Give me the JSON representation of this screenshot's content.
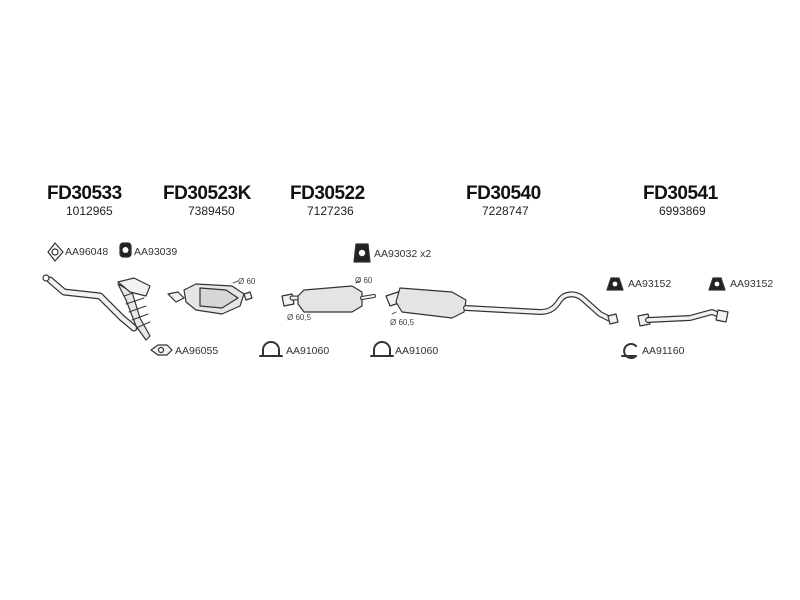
{
  "groups": [
    {
      "code": "FD30533",
      "ref": "1012965"
    },
    {
      "code": "FD30523K",
      "ref": "7389450"
    },
    {
      "code": "FD30522",
      "ref": "7127236"
    },
    {
      "code": "FD30540",
      "ref": "7228747"
    },
    {
      "code": "FD30541",
      "ref": "6993869"
    }
  ],
  "parts": {
    "gasket_1": "AA96048",
    "clamp_1": "AA93039",
    "gasket_2": "AA96055",
    "clamp_2": "AA91060",
    "clamp_3": "AA91060",
    "mount_1": "AA93032 x2",
    "mount_2": "AA93152",
    "mount_3": "AA93152",
    "clamp_4": "AA91160"
  },
  "dims": {
    "d1": "Ø 60",
    "d2": "Ø 60",
    "d3": "Ø 60,5",
    "d4": "Ø 60,5"
  },
  "colors": {
    "line": "#333333",
    "fill": "#f2f2f2",
    "dark": "#222222"
  }
}
